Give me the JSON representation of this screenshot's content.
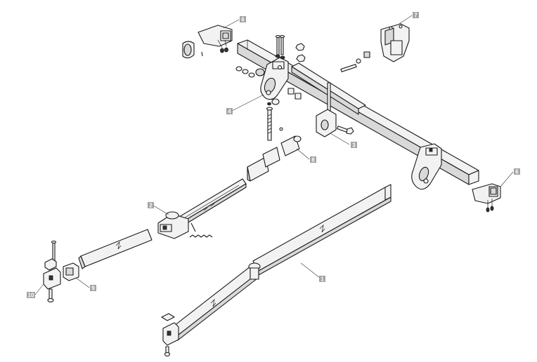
{
  "callouts": [
    {
      "id": "1",
      "label": "1"
    },
    {
      "id": "2",
      "label": "2"
    },
    {
      "id": "3",
      "label": "3"
    },
    {
      "id": "4",
      "label": "4"
    },
    {
      "id": "6a",
      "label": "6"
    },
    {
      "id": "6b",
      "label": "6"
    },
    {
      "id": "7",
      "label": "7"
    },
    {
      "id": "8",
      "label": "8"
    },
    {
      "id": "9",
      "label": "9"
    },
    {
      "id": "10",
      "label": "10"
    }
  ],
  "colors": {
    "line": "#1a1a1a",
    "badge": "#a3a3a3",
    "badge_text": "#ffffff",
    "fill": "#f2f2f2"
  }
}
